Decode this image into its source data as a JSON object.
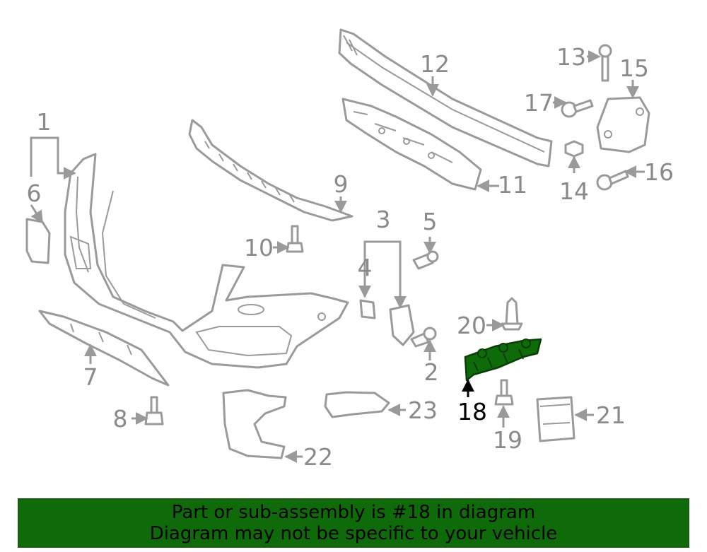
{
  "highlight_color": "#0f6b0a",
  "highlighted_part": "18",
  "callouts": {
    "c1": "1",
    "c2": "2",
    "c3": "3",
    "c4": "4",
    "c5": "5",
    "c6": "6",
    "c7": "7",
    "c8": "8",
    "c9": "9",
    "c10": "10",
    "c11": "11",
    "c12": "12",
    "c13": "13",
    "c14": "14",
    "c15": "15",
    "c16": "16",
    "c17": "17",
    "c18": "18",
    "c19": "19",
    "c20": "20",
    "c21": "21",
    "c22": "22",
    "c23": "23"
  },
  "banner": {
    "line1": "Part or sub-assembly is #18 in diagram",
    "line2": "Diagram may not be specific to your vehicle"
  }
}
